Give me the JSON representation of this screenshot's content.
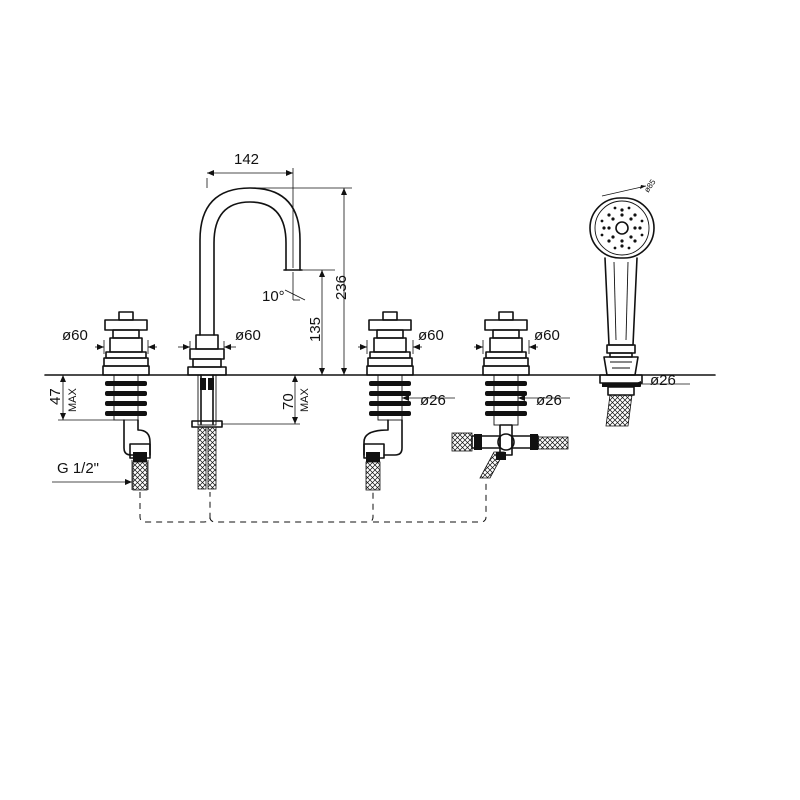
{
  "dimensions": {
    "spout_reach": "142",
    "total_height": "236",
    "spout_angle": "10°",
    "spout_height": "135",
    "flange_dia_left": "ø60",
    "flange_dia_spout": "ø60",
    "flange_dia_mid": "ø60",
    "flange_dia_right": "ø60",
    "deck_max": "47",
    "deck_max_label": "MAX",
    "shank_max": "70",
    "shank_max_label": "MAX",
    "hole_dia_mid": "ø26",
    "hole_dia_right": "ø26",
    "hole_dia_shower": "ø26",
    "shower_head_dia": "ø85",
    "thread": "G 1/2\""
  }
}
